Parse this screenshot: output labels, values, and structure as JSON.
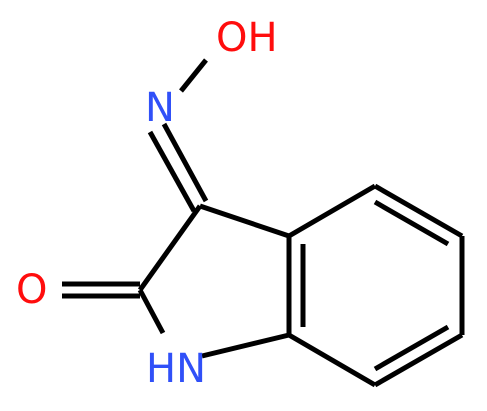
{
  "structure": {
    "atoms": {
      "OH": {
        "text": "OH",
        "color": "#ff0d0d"
      },
      "N_oxime": {
        "text": "N",
        "color": "#3050f8"
      },
      "O_carbonyl": {
        "text": "O",
        "color": "#ff0d0d"
      },
      "NH": {
        "text": "HN",
        "color": "#3050f8"
      }
    },
    "bond_color": "#000000"
  }
}
